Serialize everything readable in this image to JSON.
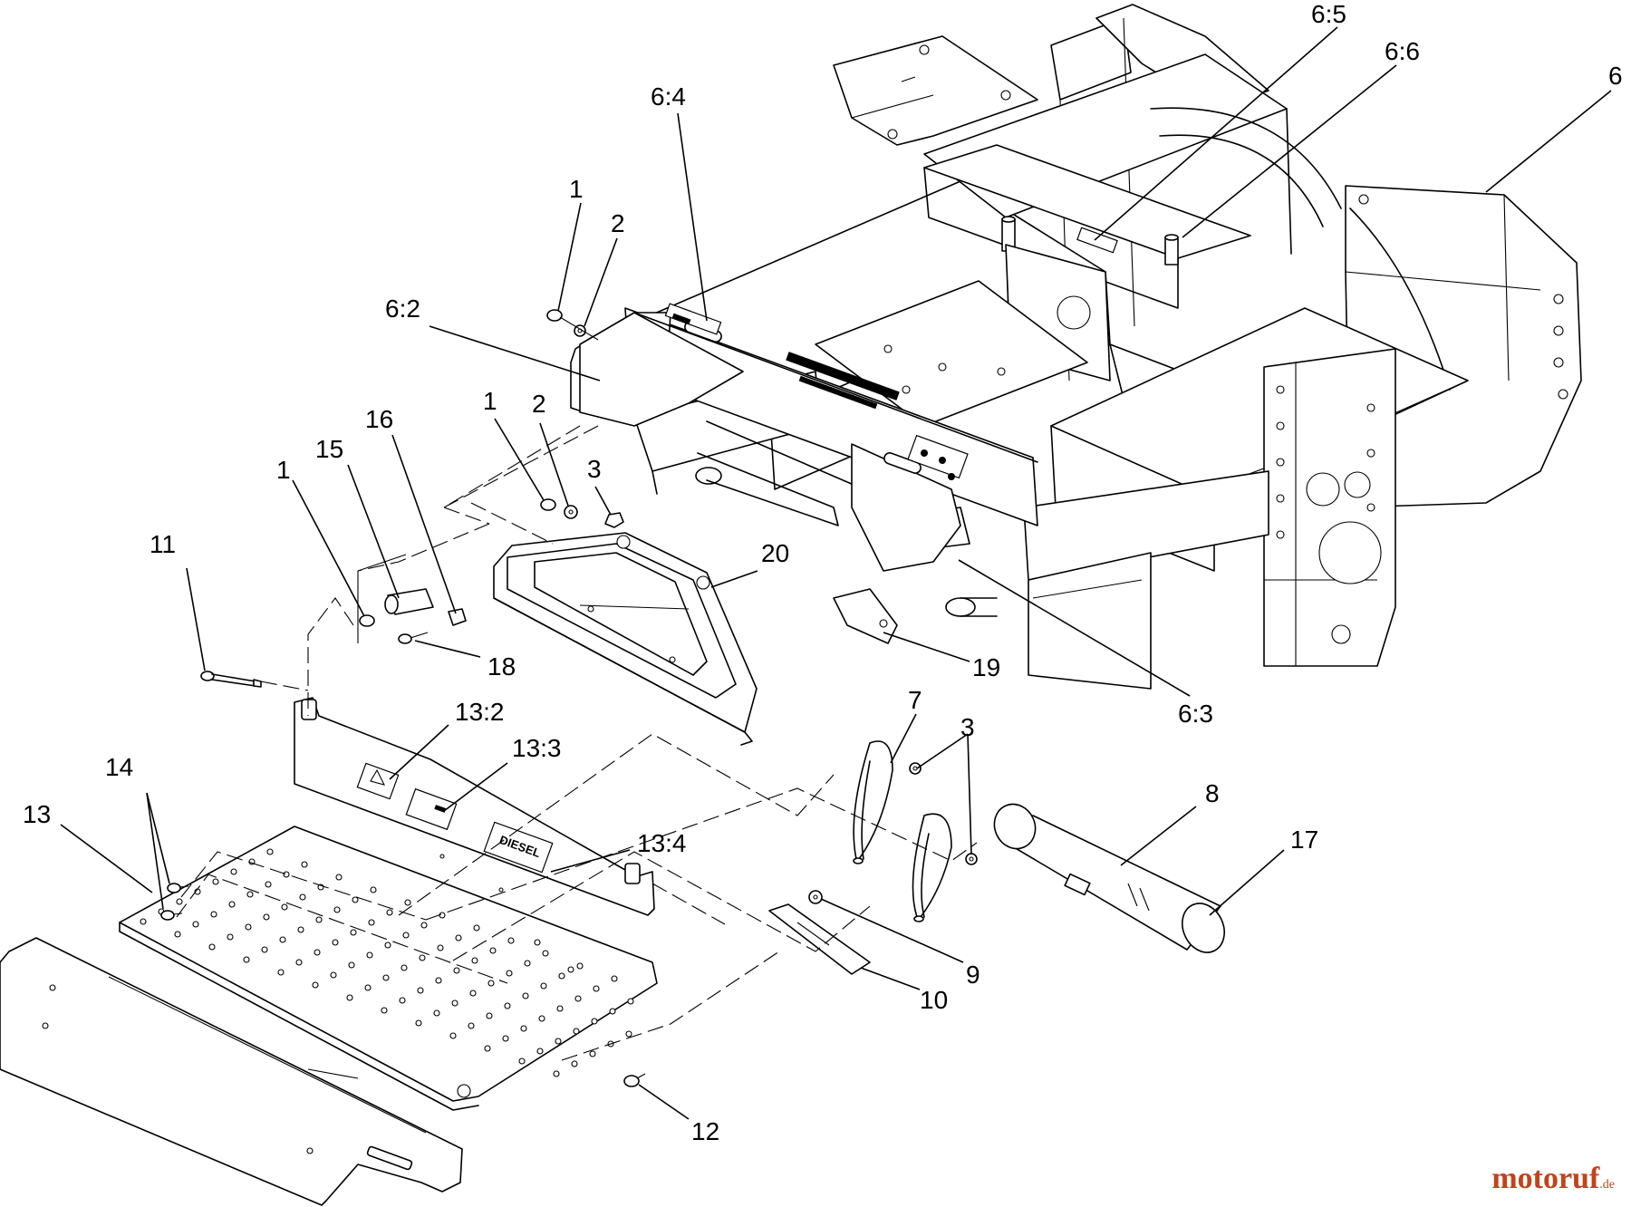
{
  "callouts": {
    "c_1a": "1",
    "c_2a": "2",
    "c_1b": "1",
    "c_2b": "2",
    "c_3a": "3",
    "c_1c": "1",
    "c_15": "15",
    "c_16": "16",
    "c_11": "11",
    "c_18": "18",
    "c_20": "20",
    "c_6_2": "6:2",
    "c_6_4": "6:4",
    "c_6_5": "6:5",
    "c_6_6": "6:6",
    "c_6": "6",
    "c_6_3": "6:3",
    "c_19": "19",
    "c_7": "7",
    "c_3b": "3",
    "c_8": "8",
    "c_17": "17",
    "c_9": "9",
    "c_10": "10",
    "c_13_2": "13:2",
    "c_13_3": "13:3",
    "c_13_4": "13:4",
    "c_14": "14",
    "c_13": "13",
    "c_12": "12"
  },
  "decals": {
    "diesel": "DIESEL"
  },
  "watermark": {
    "main": "motoruf",
    "suffix": ".de"
  }
}
